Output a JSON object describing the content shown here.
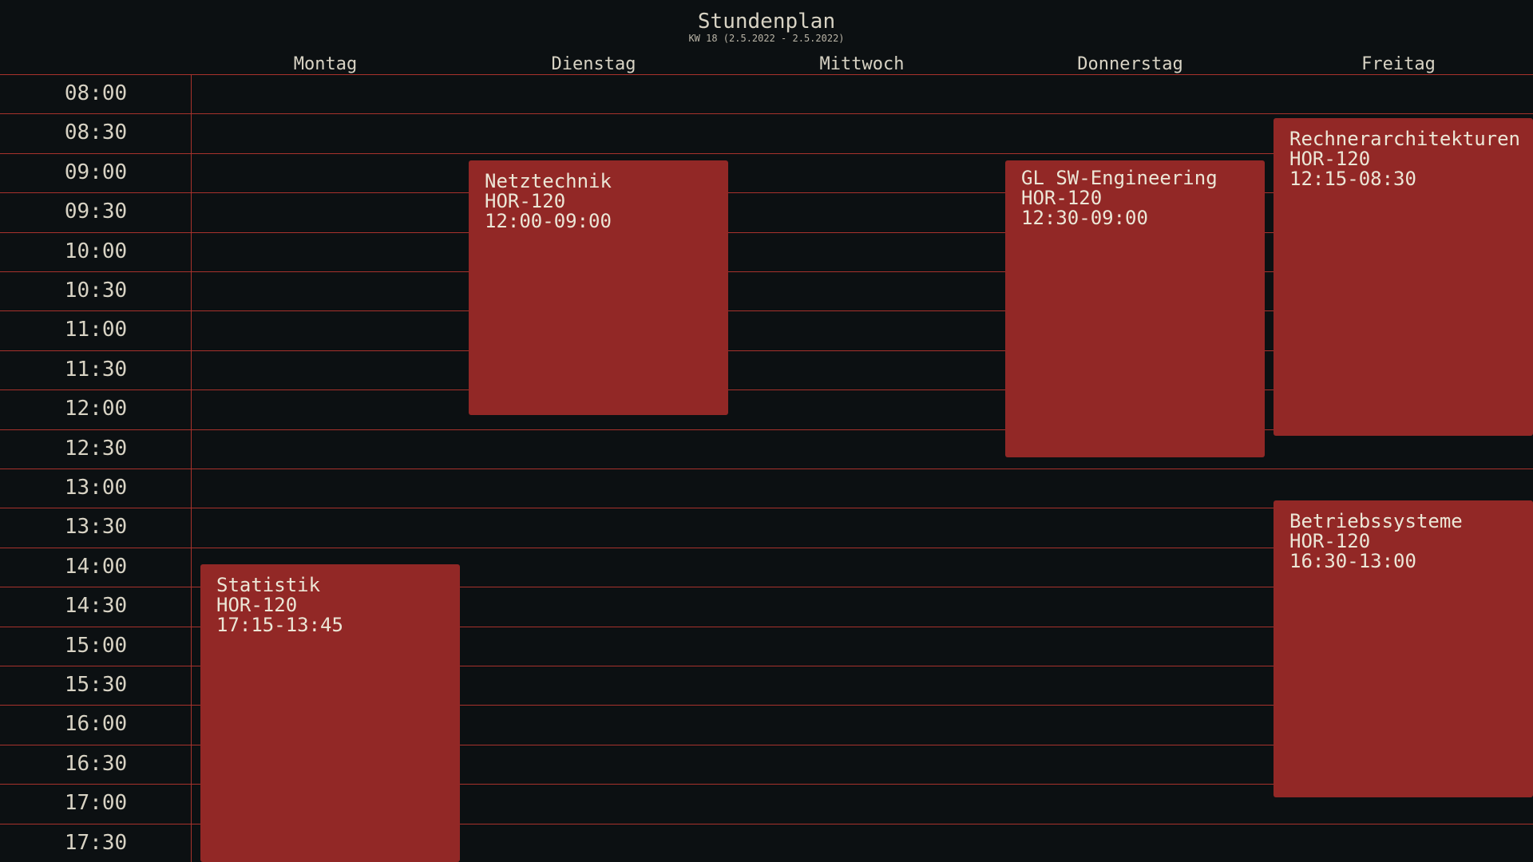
{
  "header": {
    "title": "Stundenplan",
    "subtitle": "KW 18 (2.5.2022 - 2.5.2022)"
  },
  "days": [
    "Montag",
    "Dienstag",
    "Mittwoch",
    "Donnerstag",
    "Freitag"
  ],
  "times": [
    "08:00",
    "08:30",
    "09:00",
    "09:30",
    "10:00",
    "10:30",
    "11:00",
    "11:30",
    "12:00",
    "12:30",
    "13:00",
    "13:30",
    "14:00",
    "14:30",
    "15:00",
    "15:30",
    "16:00",
    "16:30",
    "17:00",
    "17:30"
  ],
  "events": [
    {
      "name": "Statistik",
      "room": "HOR-120",
      "time": "17:15-13:45",
      "day": "Montag"
    },
    {
      "name": "Netztechnik",
      "room": "HOR-120",
      "time": "12:00-09:00",
      "day": "Dienstag"
    },
    {
      "name": "GL SW-Engineering",
      "room": "HOR-120",
      "time": "12:30-09:00",
      "day": "Donnerstag"
    },
    {
      "name": "Rechnerarchitekturen",
      "room": "HOR-120",
      "time": "12:15-08:30",
      "day": "Freitag"
    },
    {
      "name": "Betriebssysteme",
      "room": "HOR-120",
      "time": "16:30-13:00",
      "day": "Freitag"
    }
  ],
  "colors": {
    "background": "#0c1012",
    "grid_line": "#a8322c",
    "event_fill": "#922826",
    "text": "#d8d3c4"
  }
}
